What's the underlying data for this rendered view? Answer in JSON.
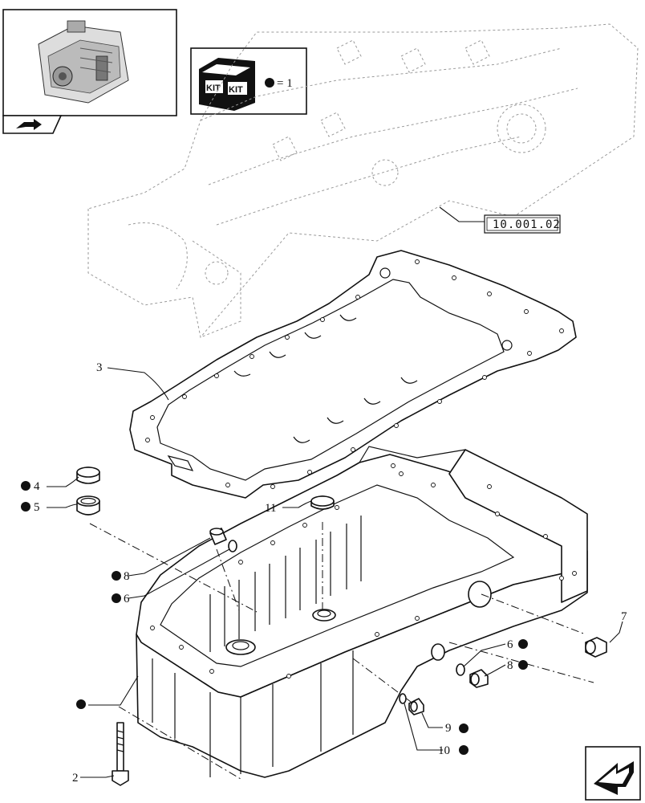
{
  "thumbnail": {
    "icon": "engine-thumbnail-icon",
    "nav_icon": "arrow-navigation-icon"
  },
  "kit_box": {
    "kit_text_1": "KIT",
    "kit_text_2": "KIT",
    "legend_text": "= 1"
  },
  "reference_code": "10.001.02",
  "callouts": {
    "c2": "2",
    "c3": "3",
    "c4": "4",
    "c5": "5",
    "c6a": "6",
    "c6b": "6",
    "c7": "7",
    "c8a": "8",
    "c8b": "8",
    "c9": "9",
    "c10": "10",
    "c11": "11"
  },
  "next_page_icon": "next-page-arrow-icon"
}
